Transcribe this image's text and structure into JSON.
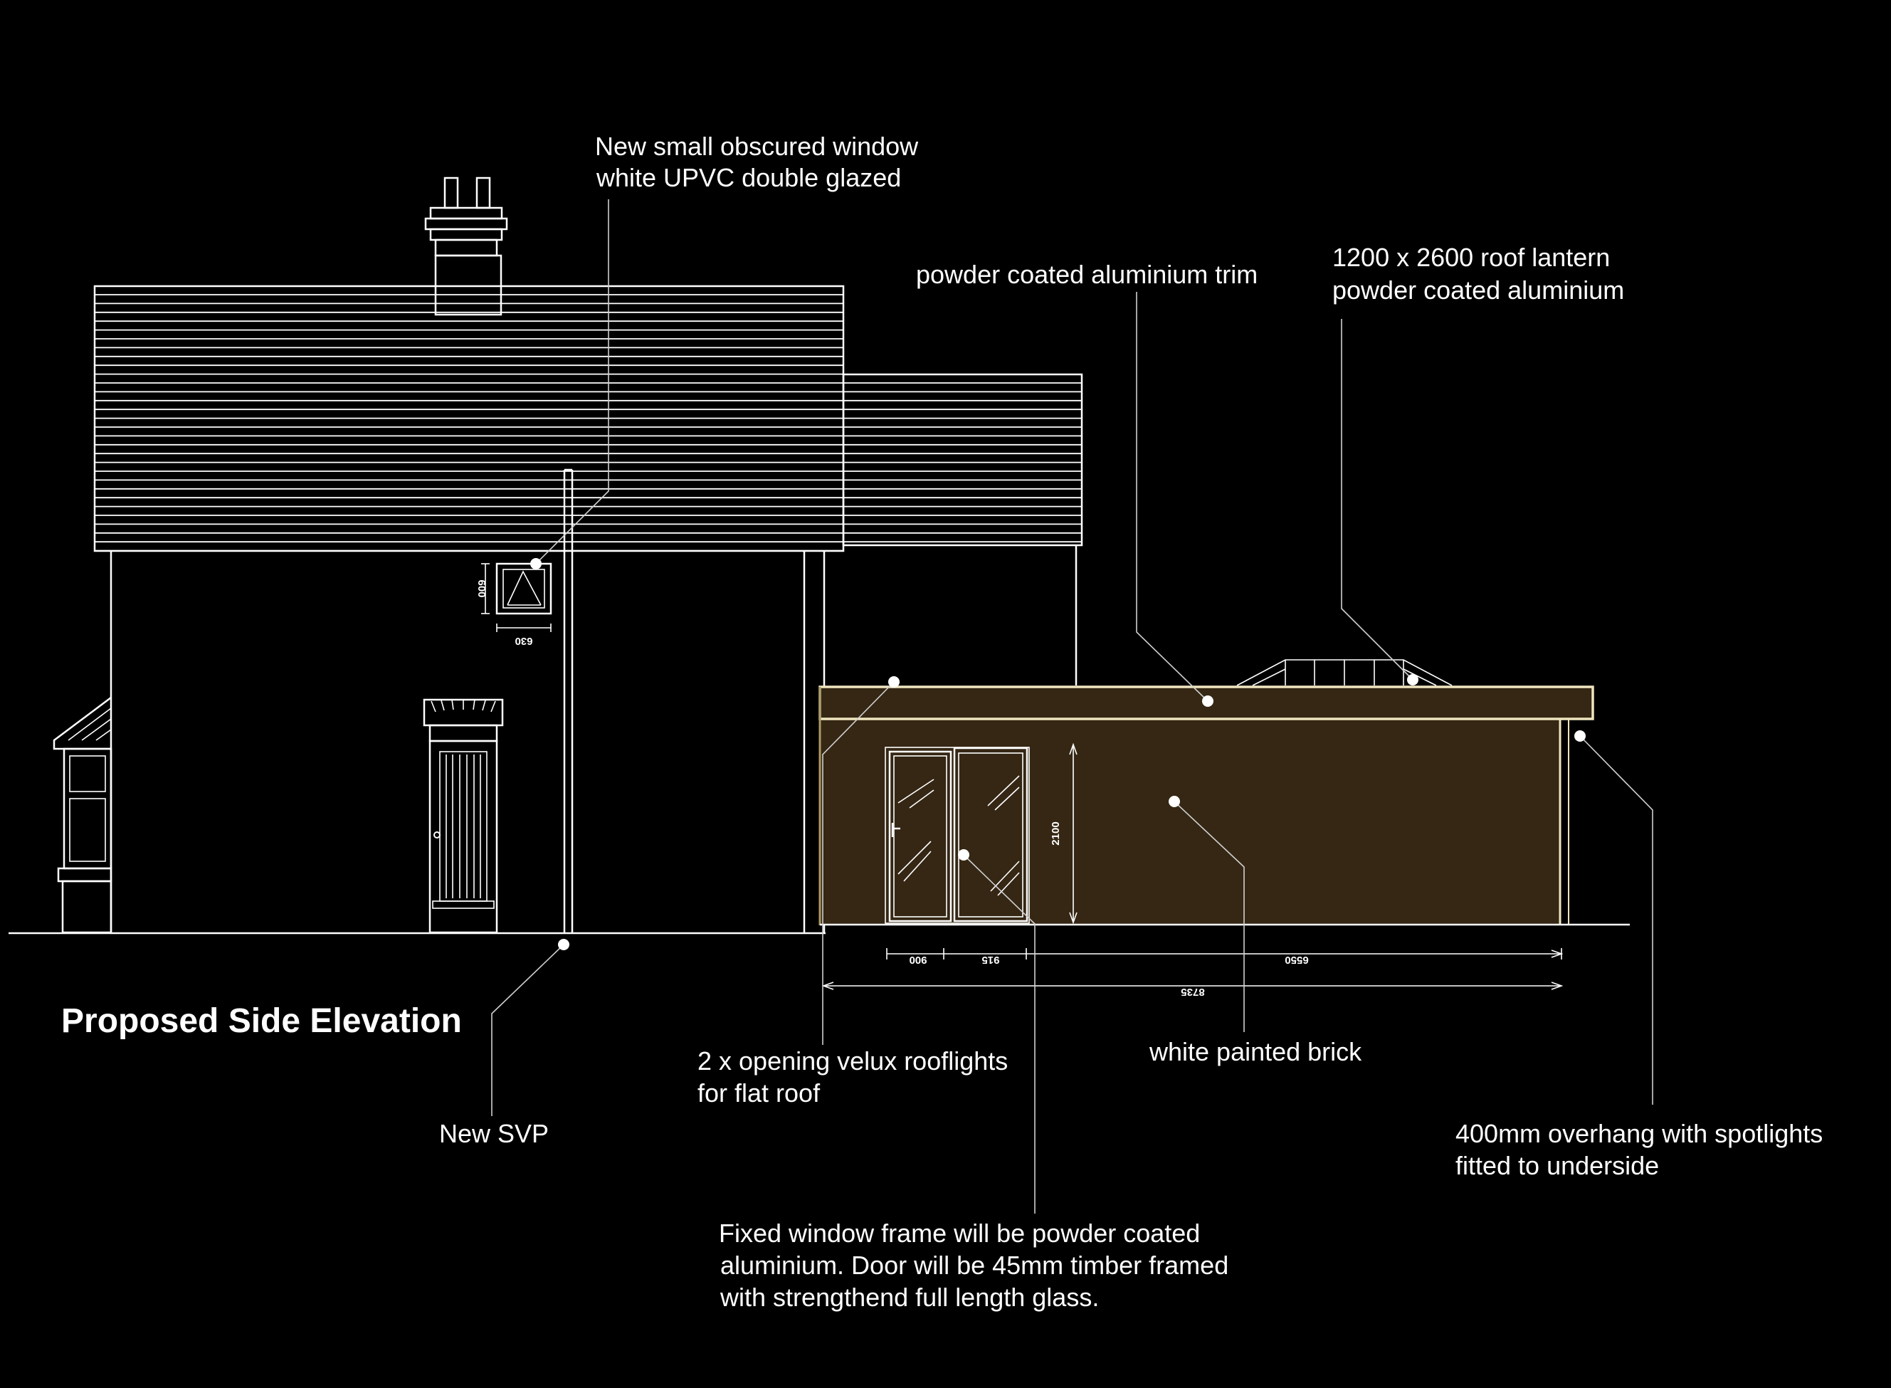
{
  "title": "Proposed Side Elevation",
  "colors": {
    "background": "#000000",
    "lines": "#ffffff",
    "extension_fill": "#352714",
    "extension_trim": "#efe6c0"
  },
  "annotations": {
    "window": [
      "New small obscured window",
      "white UPVC double glazed"
    ],
    "trim": [
      "powder coated aluminium trim"
    ],
    "lantern": [
      "1200 x 2600 roof lantern",
      "powder coated aluminium"
    ],
    "rooflights": [
      "2 x opening velux rooflights",
      "for flat roof"
    ],
    "brick": [
      "white painted brick"
    ],
    "overhang": [
      "400mm overhang with spotlights",
      "fitted to underside"
    ],
    "svp": [
      "New SVP"
    ],
    "frame": [
      "Fixed window frame will be powder coated",
      "aluminium. Door will be 45mm timber framed",
      "with strengthend full length glass."
    ]
  },
  "dimensions": {
    "window_height": "600",
    "window_width": "630",
    "door_height": "2100",
    "door_width": "900",
    "fixed_window_width": "915",
    "ext_remaining": "6550",
    "ext_total": "8735"
  }
}
